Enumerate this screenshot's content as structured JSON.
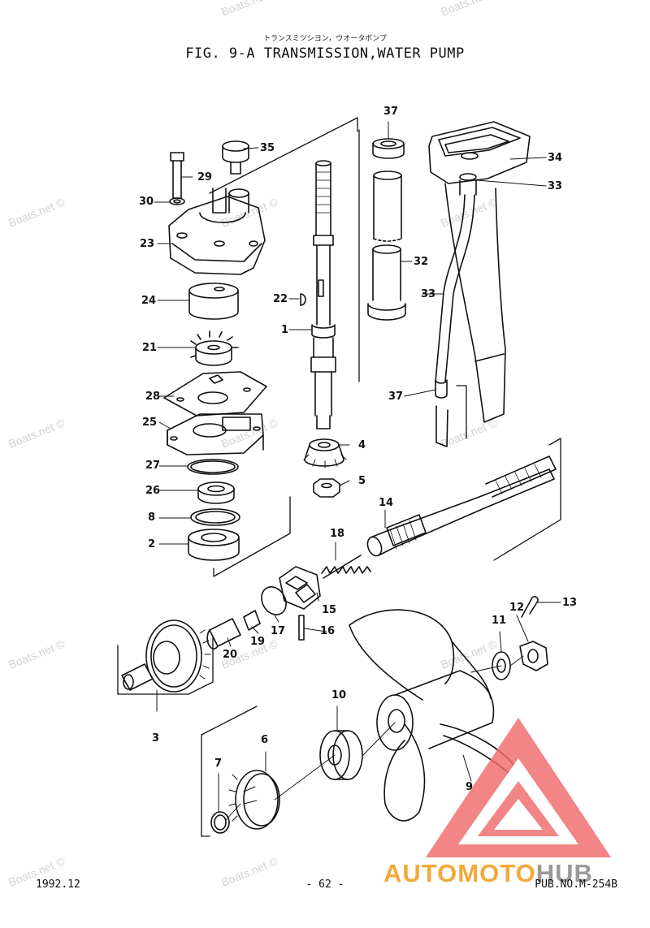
{
  "header": {
    "kana": "トランスミツシヨン，ウオータポンプ",
    "title": "FIG.  9-A TRANSMISSION,WATER PUMP"
  },
  "footer": {
    "date": "1992.12",
    "page": "- 62 -",
    "pub": "PUB.NO.M-254B"
  },
  "watermark": "Boats.net ©",
  "logo": {
    "part_a": "AUTOMOTO",
    "part_b": "HUB",
    "colors": {
      "triangle": "#ef6a6a",
      "text_orange": "#f4a83a",
      "text_gray": "#9a9a9a"
    }
  },
  "callouts": [
    "1",
    "2",
    "3",
    "4",
    "5",
    "6",
    "7",
    "8",
    "9",
    "10",
    "11",
    "12",
    "13",
    "14",
    "15",
    "16",
    "17",
    "18",
    "19",
    "20",
    "21",
    "22",
    "23",
    "24",
    "25",
    "26",
    "27",
    "28",
    "29",
    "30",
    "32",
    "33",
    "33",
    "34",
    "35",
    "37",
    "37"
  ]
}
